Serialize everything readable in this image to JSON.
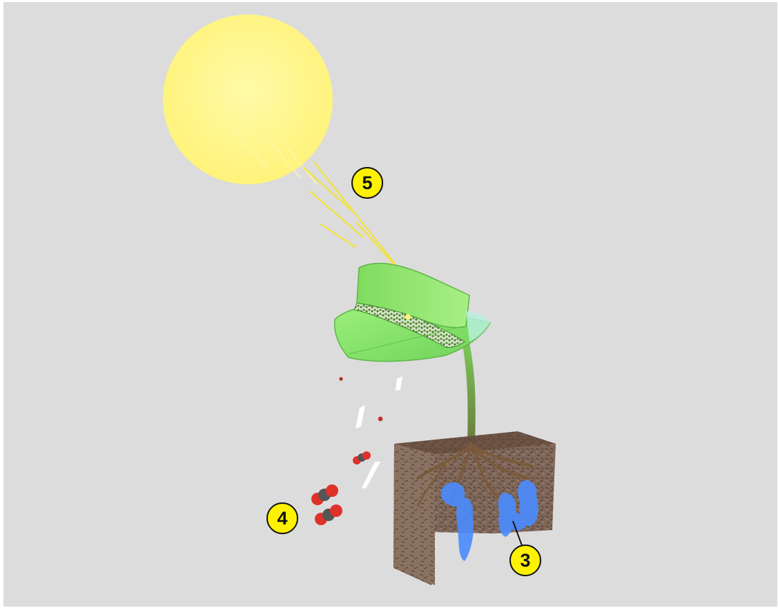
{
  "diagram": {
    "callouts": [
      {
        "id": "sunlight",
        "label": "5"
      },
      {
        "id": "carbon-dioxide",
        "label": "4"
      },
      {
        "id": "water",
        "label": "3"
      }
    ]
  },
  "colors": {
    "background": "#dcdcdc",
    "sun": "#fff58a",
    "leaf": "#86e36a",
    "stem": "#6aa84f",
    "soil": "#6e5646",
    "water": "#4a8cff",
    "co2_red": "#e0302a",
    "co2_grey": "#555555",
    "callout_fill": "#fff200"
  }
}
